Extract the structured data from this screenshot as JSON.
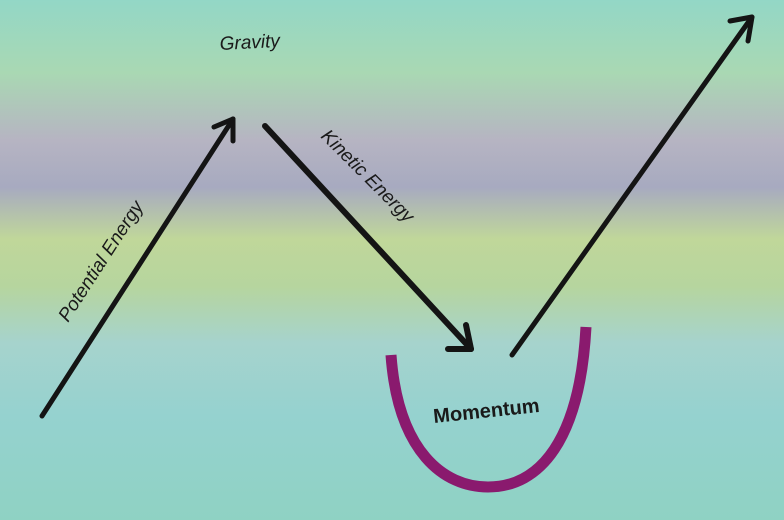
{
  "labels": {
    "gravity": "Gravity",
    "potential_energy": "Potential Energy",
    "kinetic_energy": "Kinetic Energy",
    "momentum": "Momentum"
  },
  "colors": {
    "arrow": "#141414",
    "momentum_cup": "#8a1a6e"
  }
}
